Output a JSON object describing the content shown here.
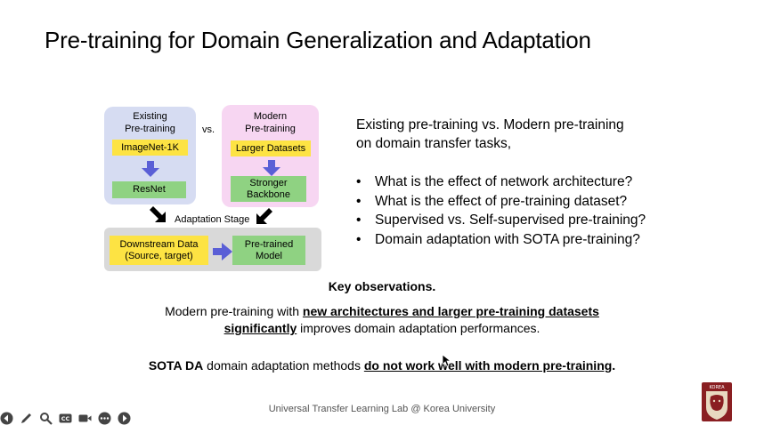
{
  "title": "Pre-training for Domain Generalization and Adaptation",
  "diagram": {
    "existing_caption_1": "Existing",
    "existing_caption_2": "Pre-training",
    "vs": "vs.",
    "modern_caption_1": "Modern",
    "modern_caption_2": "Pre-training",
    "imagenet": "ImageNet-1K",
    "resnet": "ResNet",
    "larger_datasets": "Larger Datasets",
    "stronger_1": "Stronger",
    "stronger_2": "Backbone",
    "adaptation_stage": "Adaptation Stage",
    "downstream_1": "Downstream Data",
    "downstream_2": "(Source, target)",
    "pretrained_1": "Pre-trained",
    "pretrained_2": "Model"
  },
  "intro_line_1": "Existing pre-training vs. Modern pre-training",
  "intro_line_2": "on domain transfer tasks,",
  "bullets": [
    "What is the effect of network architecture?",
    "What is the effect of pre-training dataset?",
    "Supervised vs. Self-supervised pre-training?",
    "Domain adaptation with SOTA pre-training?"
  ],
  "key_observations": "Key observations.",
  "obs1": {
    "pre": "Modern pre-training with ",
    "bold1": "new architectures and larger pre-training datasets",
    "bold2": "significantly",
    "post": " improves domain adaptation performances."
  },
  "obs2": {
    "bold1": "SOTA DA",
    "mid": " domain adaptation methods ",
    "bold2": "do not work well with modern pre-training",
    "end": "."
  },
  "footer": "Universal Transfer Learning Lab @ Korea University",
  "logo_text": "KOREA",
  "colors": {
    "existing_bg": "#d6dcf2",
    "modern_bg": "#f7d6f2",
    "yellow": "#fde343",
    "green": "#8fd282",
    "arrow_blue": "#5a5fd6"
  },
  "toolbar_icons": [
    "back-icon",
    "pen-icon",
    "search-icon",
    "cc-icon",
    "camera-icon",
    "more-icon",
    "forward-icon"
  ]
}
